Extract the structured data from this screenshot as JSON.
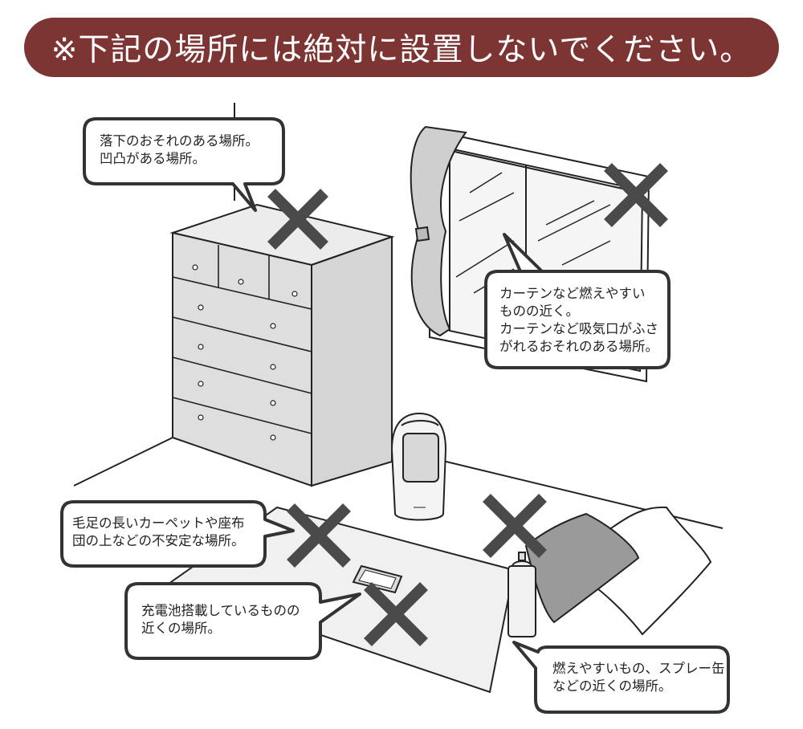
{
  "banner": {
    "text": "※下記の場所には絶対に設置しないでください。",
    "color": "#7d3534"
  },
  "warnings": [
    {
      "id": "fall",
      "lines": [
        "落下のおそれのある場所。",
        "凹凸がある場所。"
      ]
    },
    {
      "id": "curtain",
      "lines": [
        "カーテンなど燃えやすい",
        "ものの近く。",
        "カーテンなど吸気口がふさ",
        "がれるおそれのある場所。"
      ]
    },
    {
      "id": "carpet",
      "lines": [
        "毛足の長いカーペットや座布",
        "団の上などの不安定な場所。"
      ]
    },
    {
      "id": "battery",
      "lines": [
        "充電池搭載しているものの",
        "近くの場所。"
      ]
    },
    {
      "id": "spray",
      "lines": [
        "燃えやすいもの、スプレー缶",
        "などの近くの場所。"
      ]
    }
  ],
  "colors": {
    "cross": "#4a4a4a",
    "furniture": "#dcdcdc",
    "outline": "#222222"
  },
  "icons": [
    "cross-mark-icon",
    "chest-of-drawers",
    "window-with-curtain",
    "heater-device",
    "smartphone",
    "spray-can",
    "cushion"
  ]
}
